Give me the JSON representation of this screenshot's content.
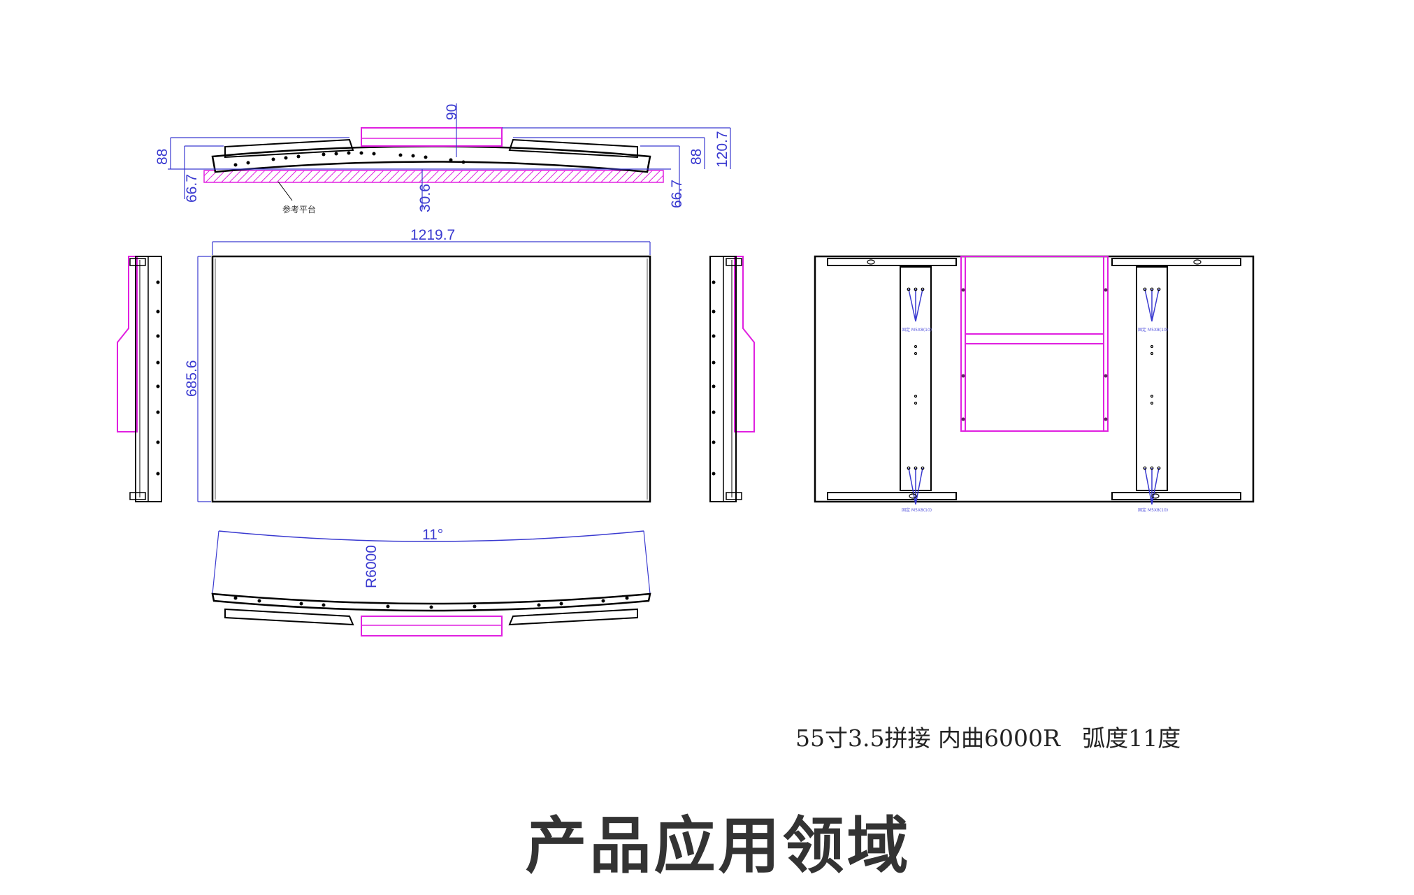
{
  "drawing": {
    "top_view": {
      "dims": {
        "center_height": "90",
        "left_height": "88",
        "right_height": "88",
        "total_height": "120.7",
        "left_edge": "66.7",
        "right_edge": "66.7",
        "sag": "30.6"
      },
      "reference_label": "参考平台"
    },
    "front_view": {
      "width": "1219.7",
      "height": "685.6"
    },
    "bottom_view": {
      "angle": "11°",
      "radius": "R6000"
    },
    "back_view": {
      "screw_label": "固定 M5X8(10)"
    },
    "colors": {
      "outline": "#000000",
      "dimension": "#3a3ad0",
      "bracket": "#e020e0"
    }
  },
  "caption": "55寸3.5拼接 内曲6000R   弧度11度",
  "section_title": "产品应用领域"
}
